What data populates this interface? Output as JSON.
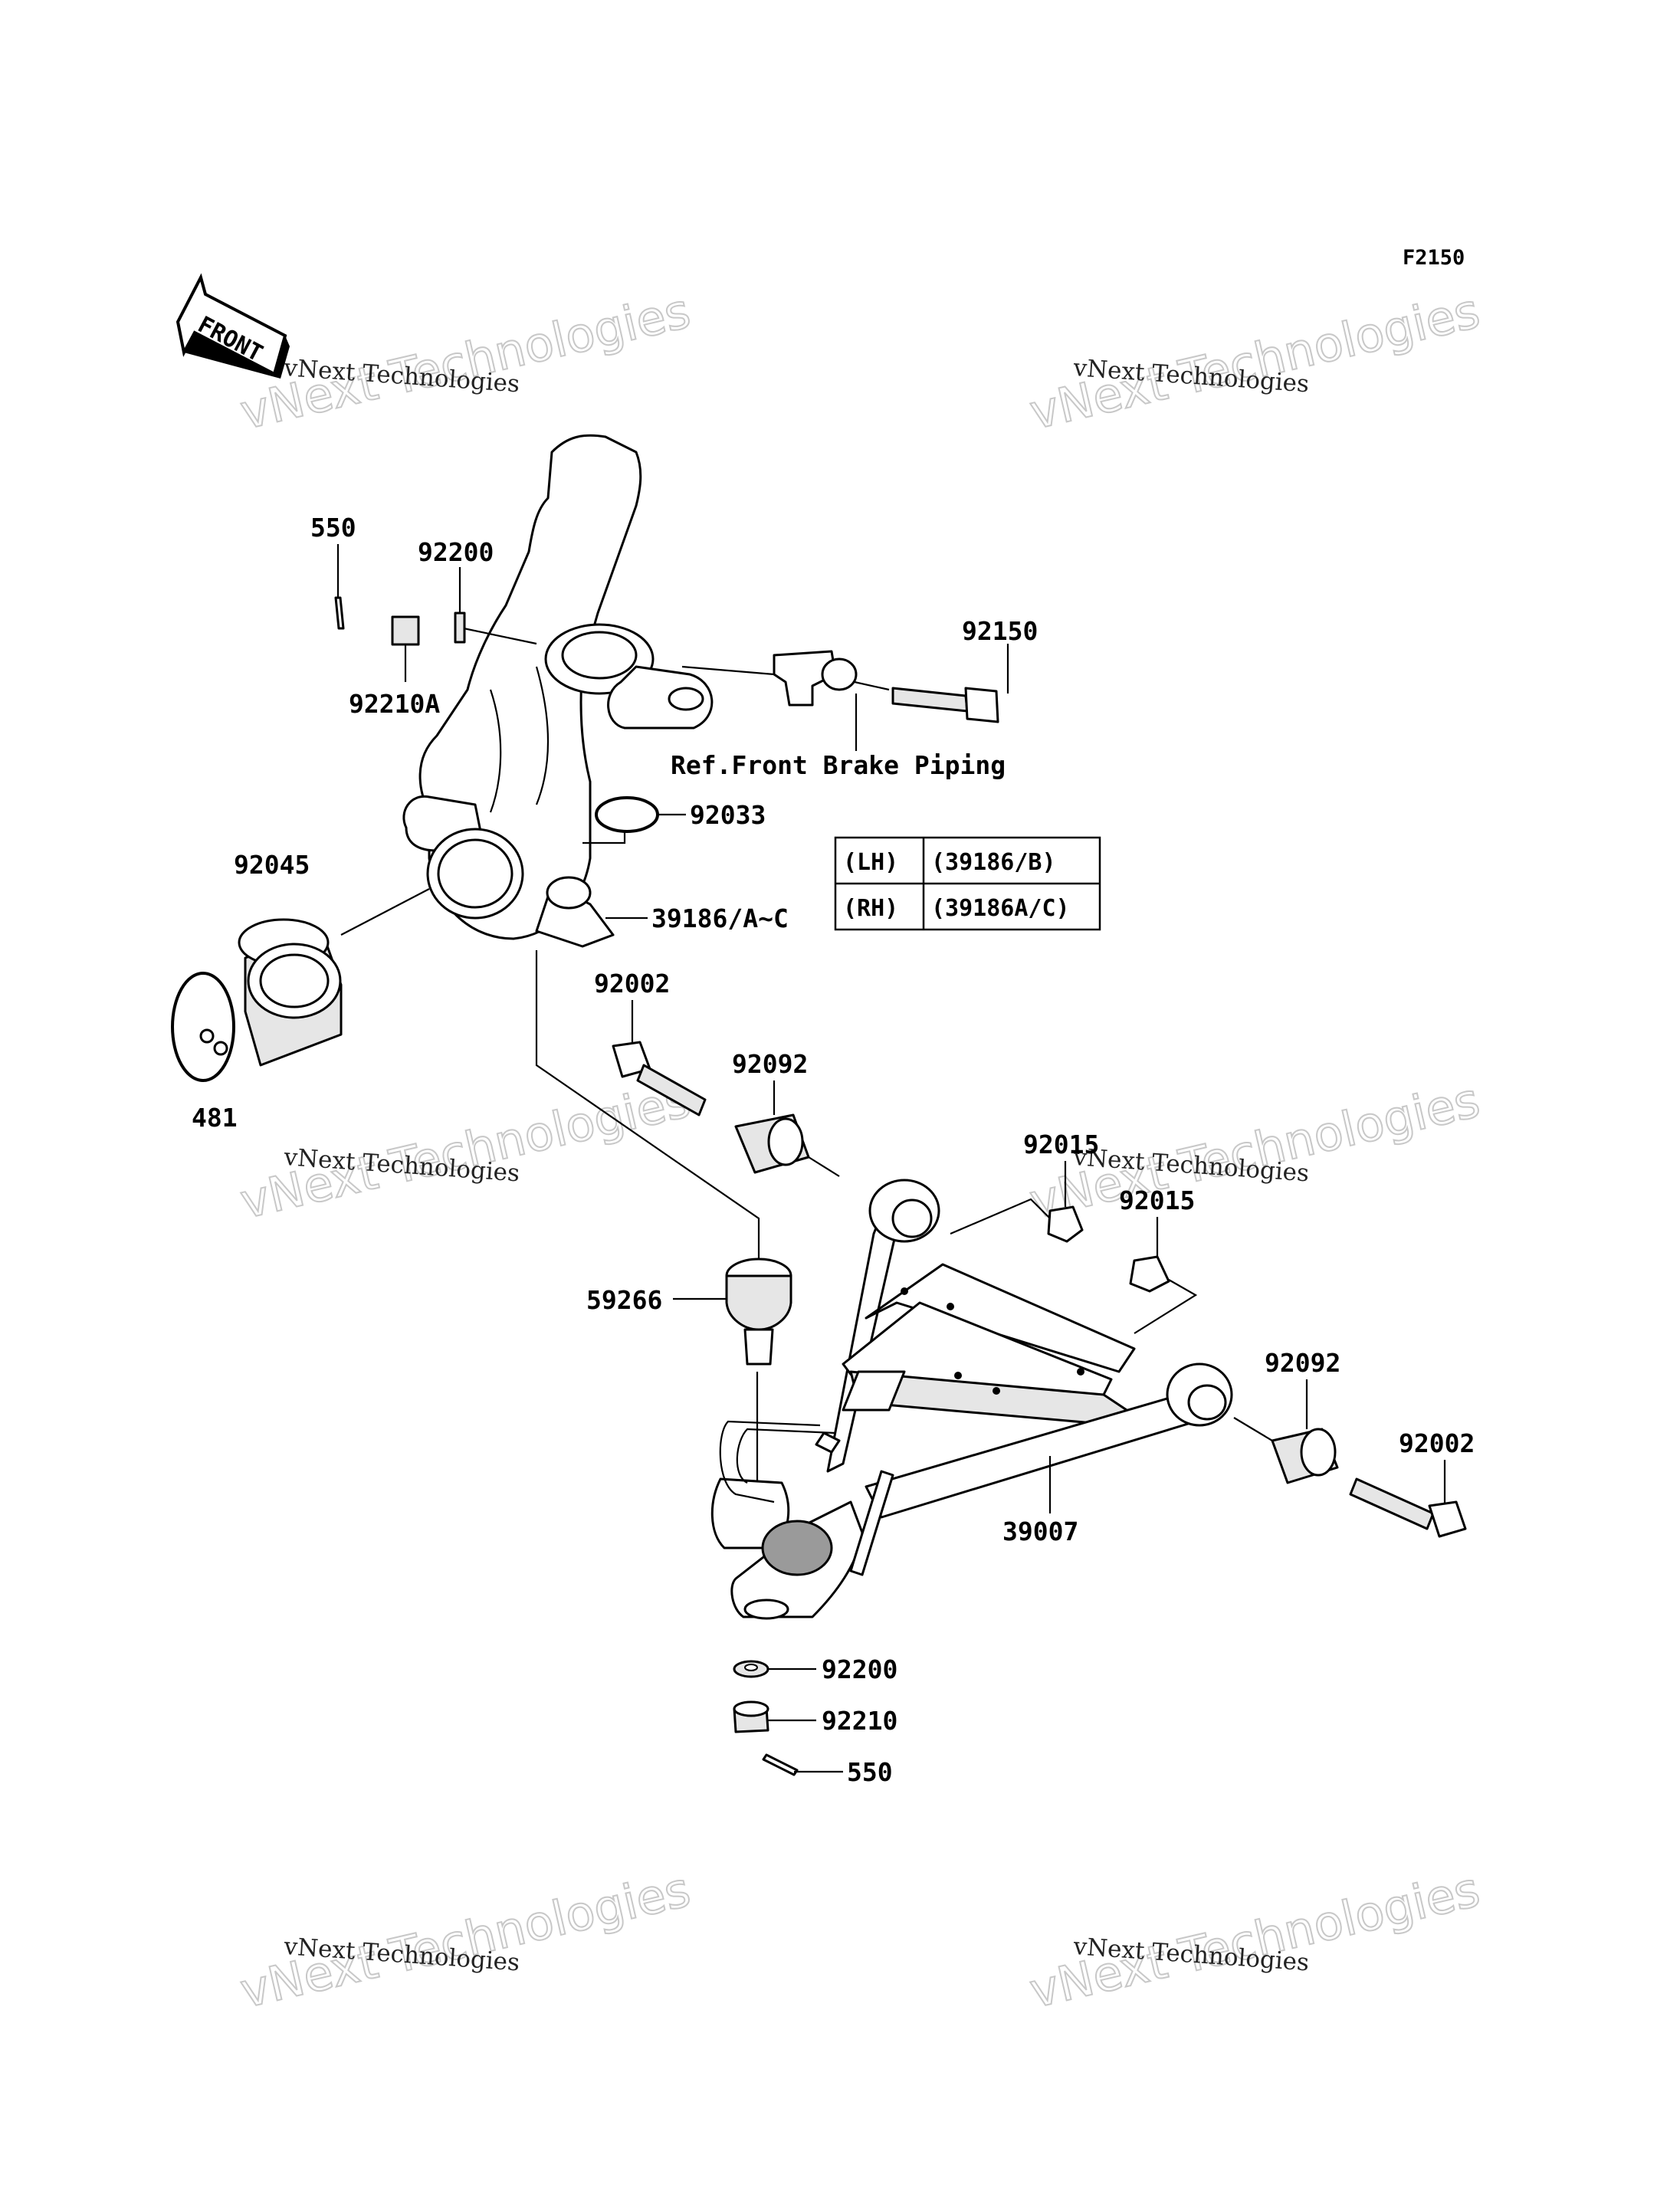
{
  "diagram_code": "F2150",
  "front_marker": "FRONT",
  "watermark": {
    "large": "vNext Technologies",
    "small": "vNext Technologies"
  },
  "reference_note": "Ref.Front Brake Piping",
  "parts": {
    "p550_top": "550",
    "p92200_top": "92200",
    "p92210A": "92210A",
    "p92150": "92150",
    "p92033": "92033",
    "p92045": "92045",
    "p39186": "39186/A~C",
    "p481": "481",
    "p92002_left": "92002",
    "p92092_left": "92092",
    "p92015_a": "92015",
    "p92015_b": "92015",
    "p59266": "59266",
    "p92092_right": "92092",
    "p92002_right": "92002",
    "p39007": "39007",
    "p92200_bottom": "92200",
    "p92210": "92210",
    "p550_bottom": "550"
  },
  "variant_table": {
    "rows": [
      {
        "side": "(LH)",
        "part": "(39186/B)"
      },
      {
        "side": "(RH)",
        "part": "(39186A/C)"
      }
    ]
  }
}
